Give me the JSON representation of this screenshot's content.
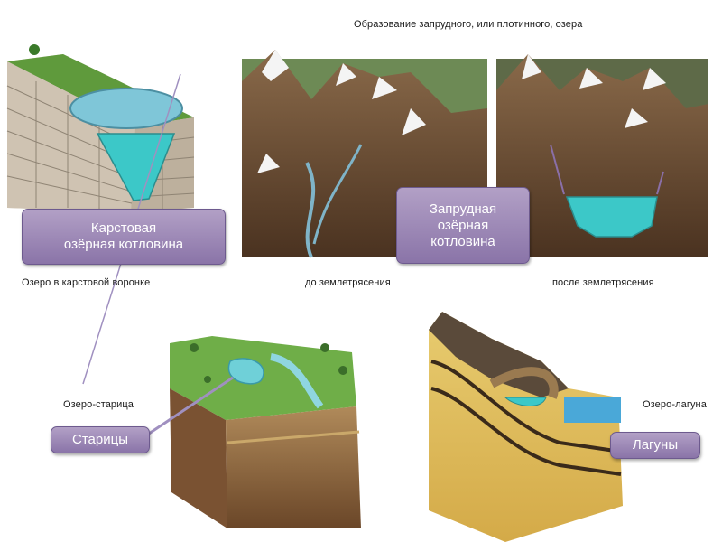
{
  "title": "Образование запрудного, или плотинного, озера",
  "captions": {
    "karst": "Озеро в карстовой воронке",
    "before": "до землетрясения",
    "after": "после землетрясения",
    "oxbow": "Озеро-старица",
    "lagoon": "Озеро-лагуна"
  },
  "callouts": {
    "karst": [
      "Карстовая",
      "озёрная котловина"
    ],
    "dam": [
      "Запрудная",
      "озёрная",
      "котловина"
    ],
    "oxbow": "Старицы",
    "lagoon": "Лагуны"
  },
  "colors": {
    "callout_fill": "#a08bbb",
    "lake_fill": "#3cc8c8",
    "callout_text": "#ffffff"
  }
}
